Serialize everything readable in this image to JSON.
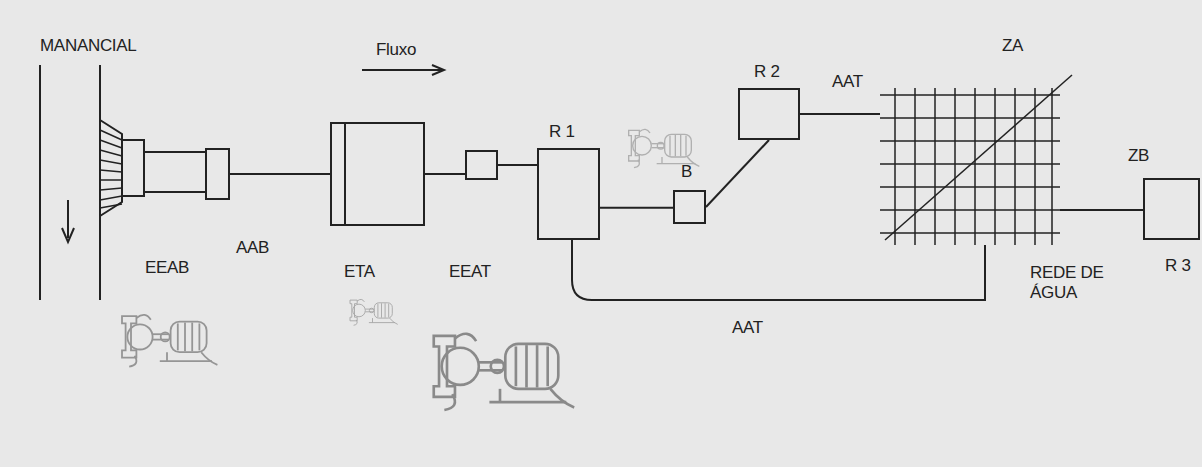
{
  "diagram": {
    "nodes": [
      {
        "text": [
          "EEAB"
        ]
      },
      {
        "text": [
          "ETA"
        ]
      },
      {
        "text": [
          "EEAT"
        ]
      },
      {
        "text": [
          "R 1"
        ]
      },
      {
        "text": [
          "B"
        ]
      },
      {
        "text": [
          "R 2"
        ]
      },
      {
        "text": [
          "REDE DE ÁGUA"
        ]
      },
      {
        "text": [
          "R 3"
        ]
      }
    ],
    "edges": [
      {
        "from": 0,
        "to": 1,
        "arrow": "none",
        "label": "AAB"
      },
      {
        "from": 1,
        "to": 2,
        "arrow": "none"
      },
      {
        "from": 2,
        "to": 3,
        "arrow": "none"
      },
      {
        "from": 3,
        "to": 4,
        "arrow": "none"
      },
      {
        "from": 4,
        "to": 5,
        "arrow": "none"
      },
      {
        "from": 5,
        "to": 6,
        "arrow": "none",
        "label": "AAT"
      },
      {
        "from": 3,
        "to": 6,
        "arrow": "none",
        "label": "AAT"
      },
      {
        "from": 6,
        "to": 7,
        "arrow": "none"
      }
    ],
    "labels": [
      "MANANCIAL",
      "Fluxo",
      "ZA",
      "ZB"
    ]
  }
}
